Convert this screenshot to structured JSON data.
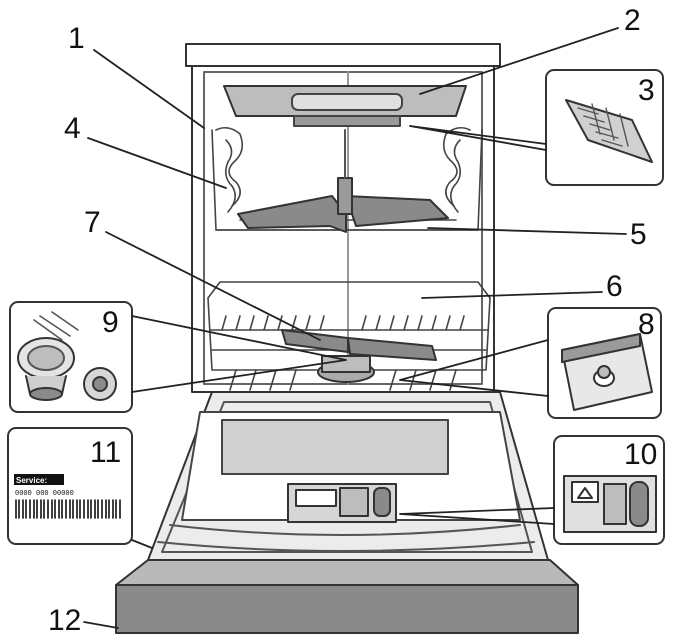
{
  "labels": {
    "n1": "1",
    "n2": "2",
    "n3": "3",
    "n4": "4",
    "n5": "5",
    "n6": "6",
    "n7": "7",
    "n8": "8",
    "n9": "9",
    "n10": "10",
    "n11": "11",
    "n12": "12"
  },
  "service_label": {
    "heading": "Service:",
    "code": "0000 000 00000"
  }
}
